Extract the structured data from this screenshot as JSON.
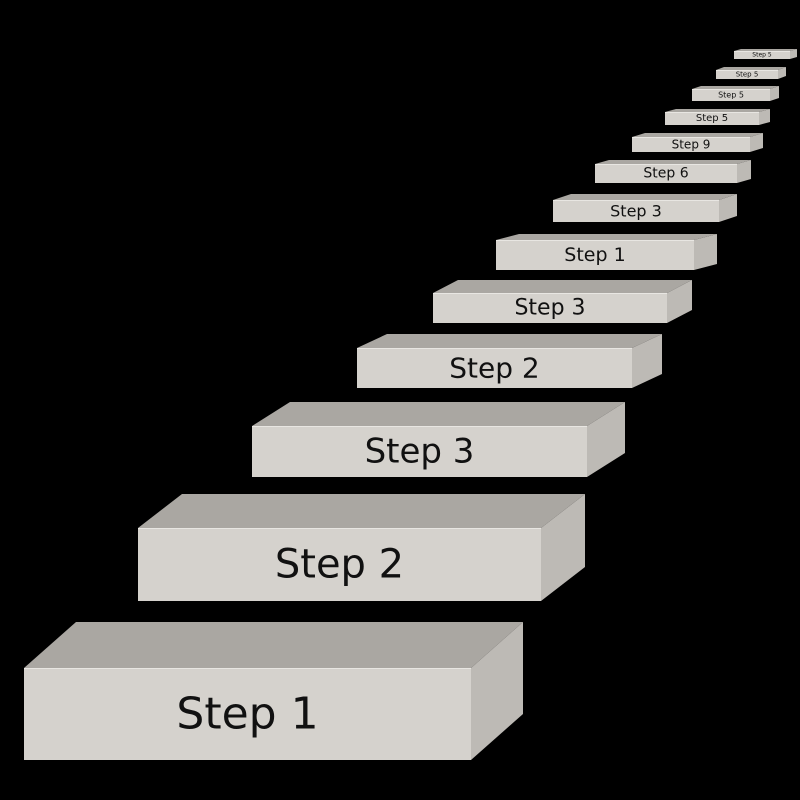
{
  "diagram": {
    "background_color": "#000000",
    "block_colors": {
      "front": "#d5d2cd",
      "top": "#aaa7a2",
      "side": "#bdbab5",
      "edge": "#e8e6e2",
      "text": "#111111"
    },
    "steps": [
      {
        "label": "Step 1"
      },
      {
        "label": "Step 2"
      },
      {
        "label": "Step 3"
      },
      {
        "label": "Step 2"
      },
      {
        "label": "Step 3"
      },
      {
        "label": "Step 1"
      },
      {
        "label": "Step 3"
      },
      {
        "label": "Step 6"
      },
      {
        "label": "Step 9"
      },
      {
        "label": "Step 5"
      },
      {
        "label": "Step 5"
      },
      {
        "label": "Step 5"
      },
      {
        "label": "Step 5"
      }
    ]
  }
}
